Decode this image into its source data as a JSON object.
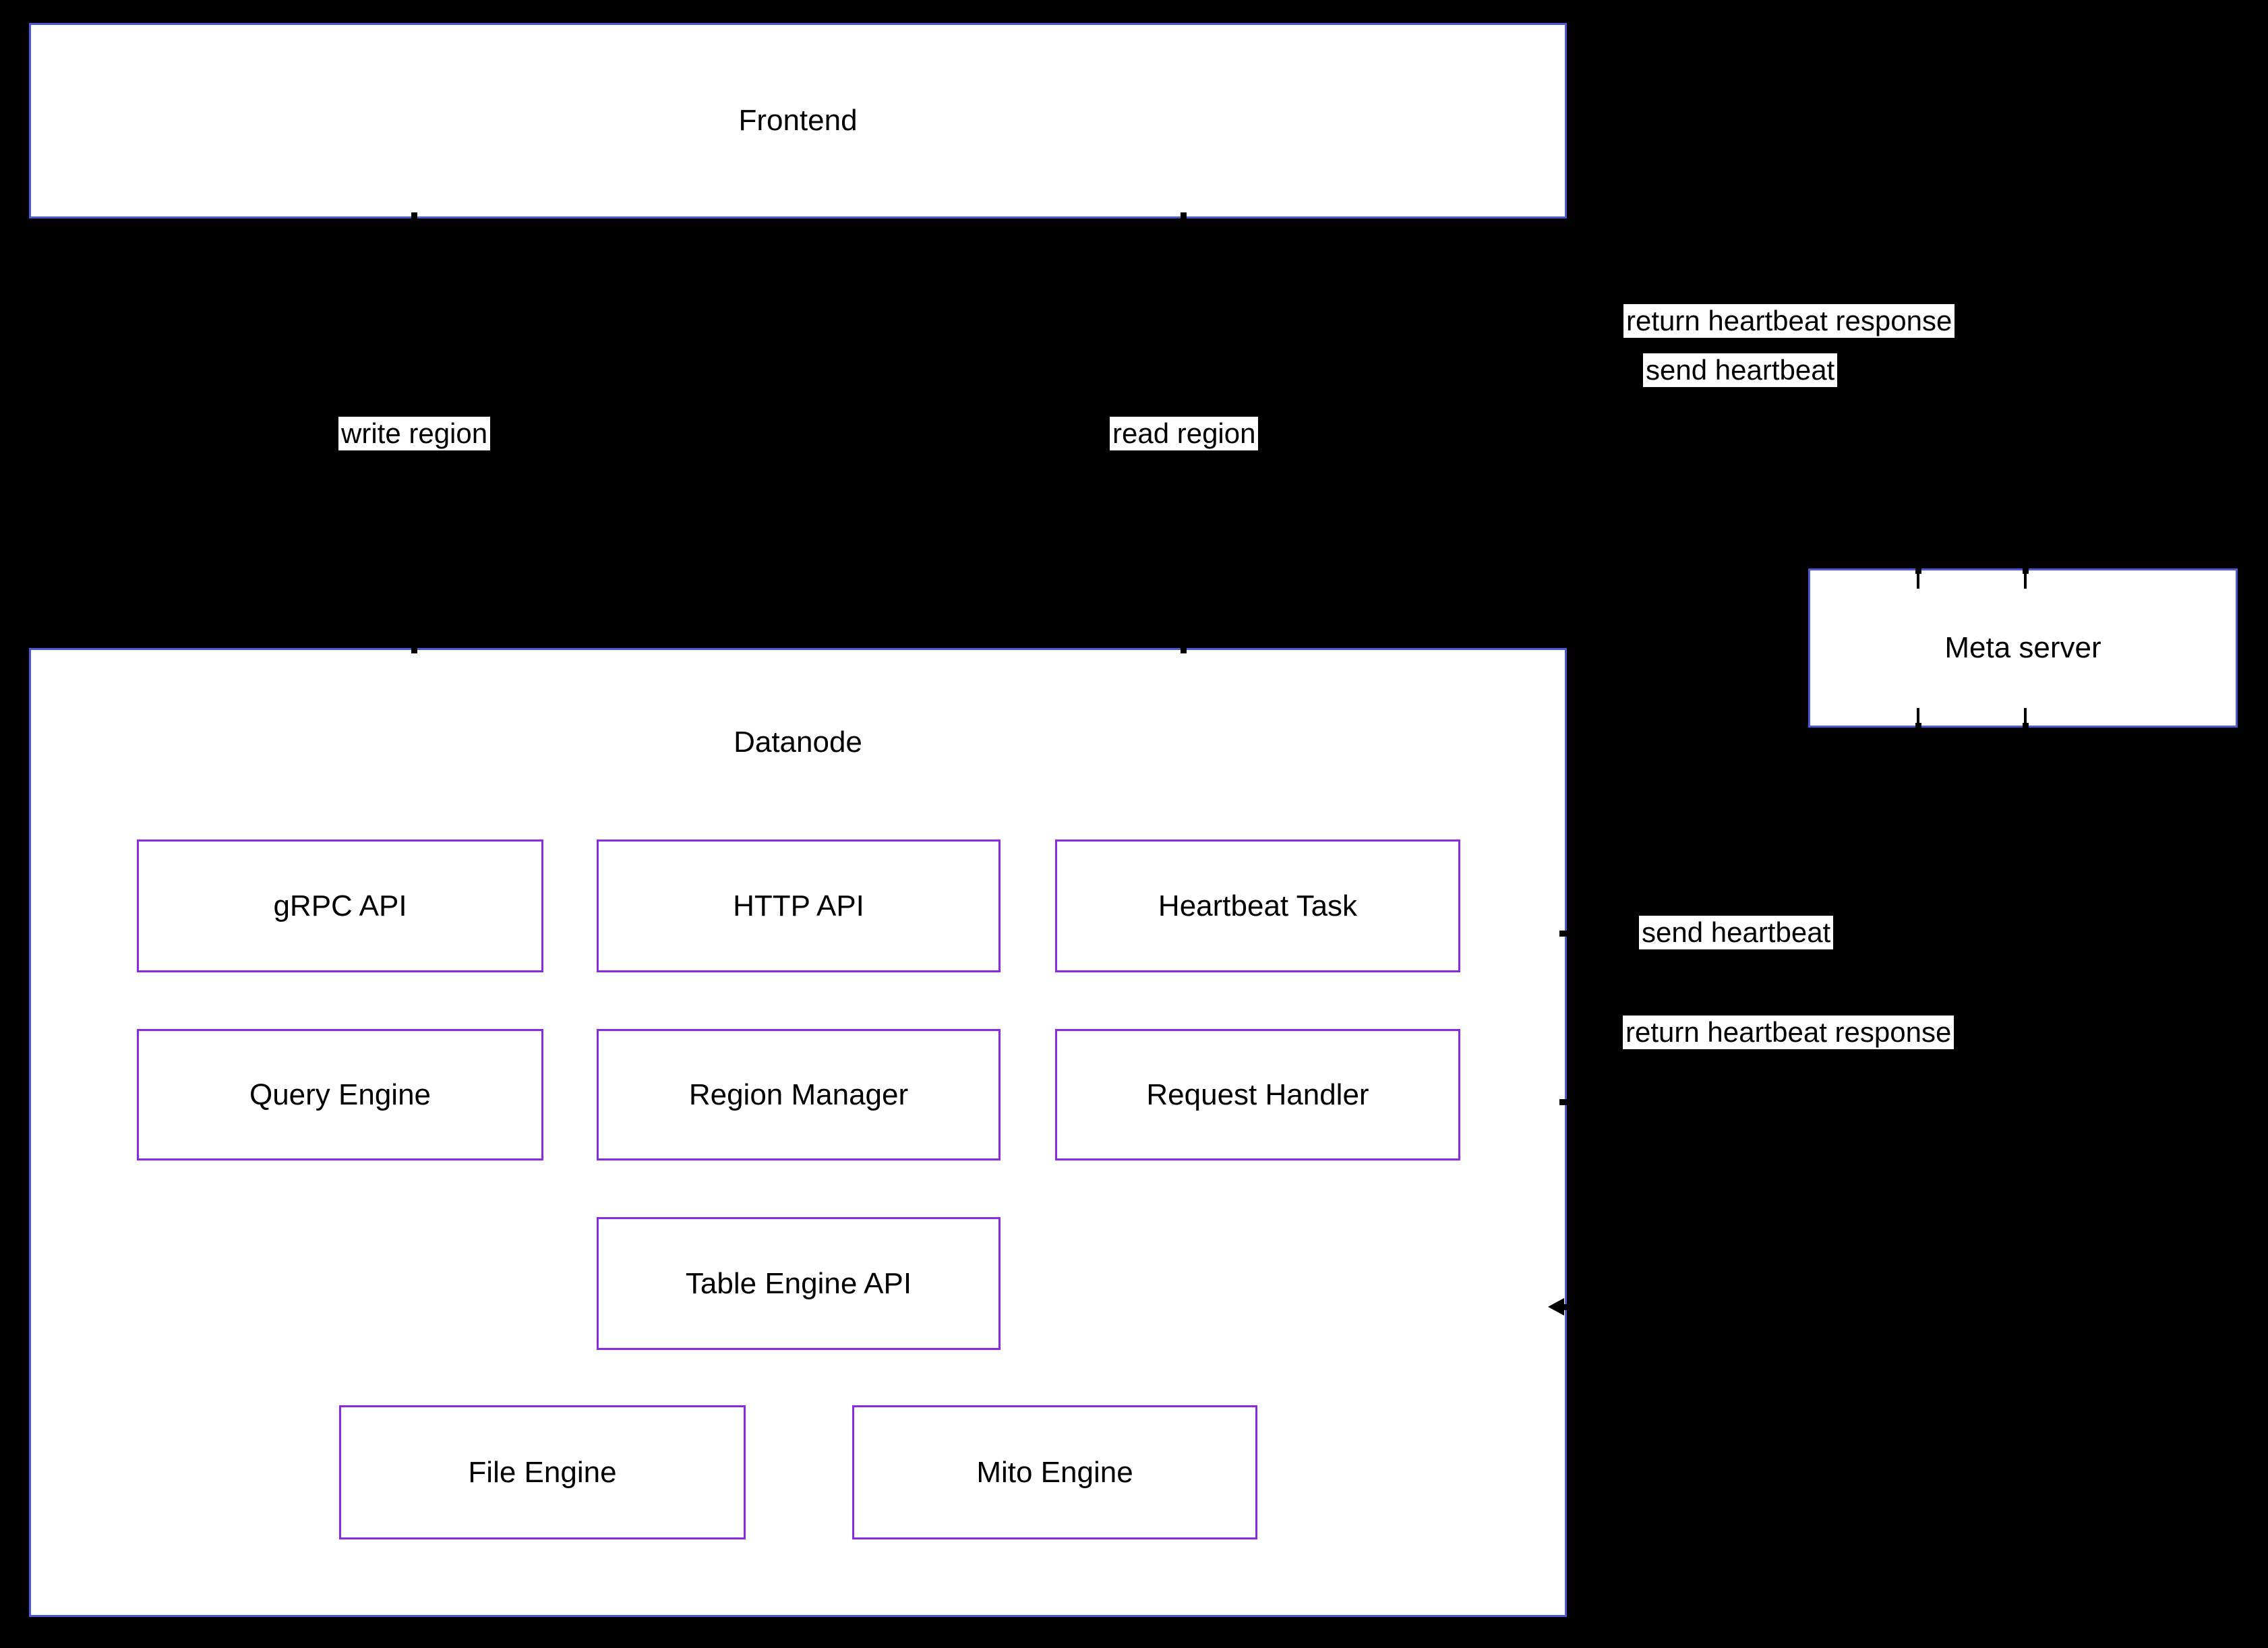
{
  "diagram": {
    "nodes": {
      "frontend": {
        "label": "Frontend"
      },
      "datanode": {
        "label": "Datanode"
      },
      "meta_server": {
        "label": "Meta server"
      },
      "grpc_api": {
        "label": "gRPC API"
      },
      "http_api": {
        "label": "HTTP API"
      },
      "heartbeat_task": {
        "label": "Heartbeat Task"
      },
      "query_engine": {
        "label": "Query Engine"
      },
      "region_manager": {
        "label": "Region Manager"
      },
      "request_handler": {
        "label": "Request Handler"
      },
      "table_engine_api": {
        "label": "Table Engine API"
      },
      "file_engine": {
        "label": "File Engine"
      },
      "mito_engine": {
        "label": "Mito Engine"
      }
    },
    "edge_labels": {
      "write_region": "write region",
      "read_region": "read region",
      "return_heartbeat_top": "return heartbeat response",
      "send_heartbeat_top": "send heartbeat",
      "send_heartbeat_bottom": "send heartbeat",
      "return_heartbeat_bottom": "return heartbeat response"
    },
    "colors": {
      "background": "#000000",
      "node_fill": "#ffffff",
      "outer_border": "#4a5bd4",
      "inner_border": "#8a2be2",
      "text": "#000000",
      "label_bg": "#ffffff"
    }
  }
}
